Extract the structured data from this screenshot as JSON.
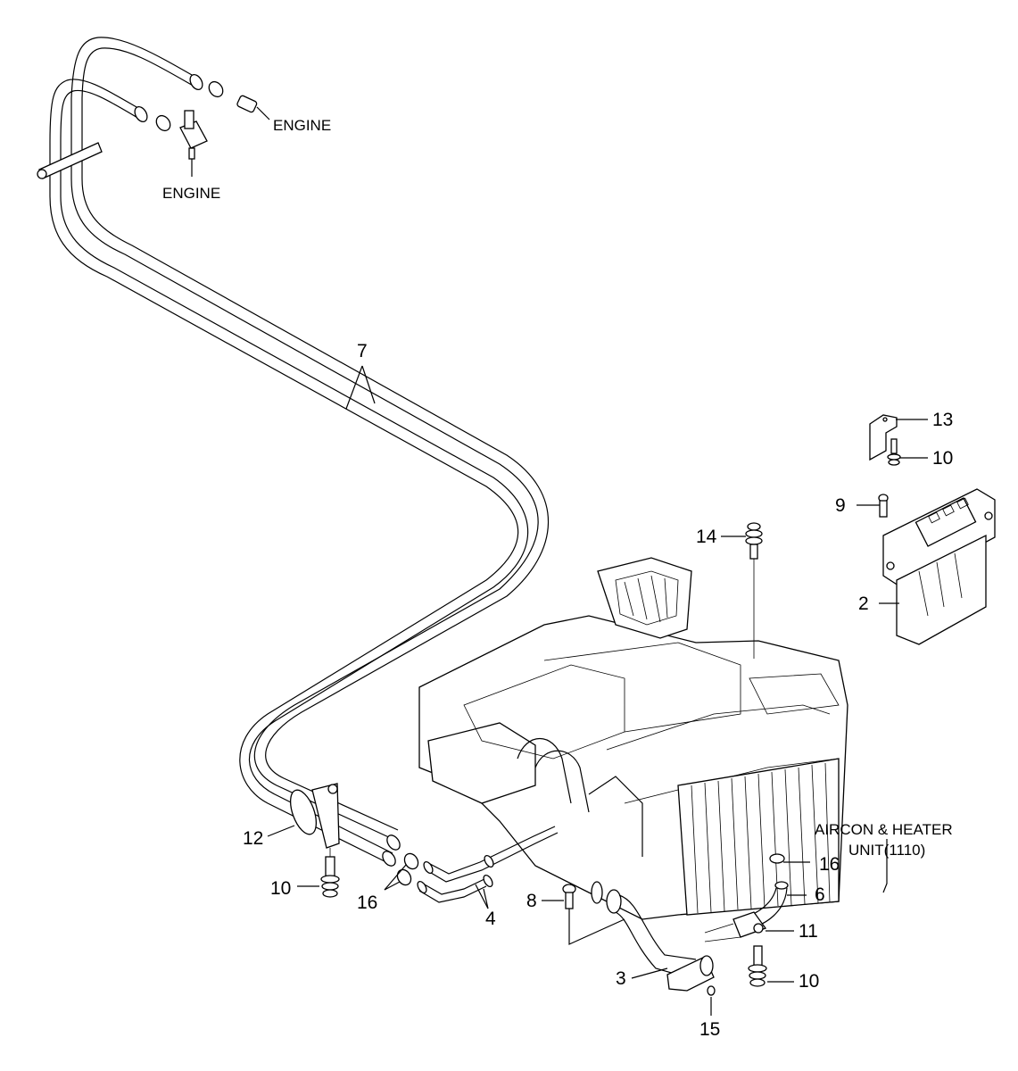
{
  "diagram": {
    "engine_labels": [
      "ENGINE",
      "ENGINE"
    ],
    "unit_label": [
      "AIRCON & HEATER",
      "UNIT(1110)"
    ],
    "callouts": {
      "p2": "2",
      "p3": "3",
      "p4": "4",
      "p6": "6",
      "p7": "7",
      "p8": "8",
      "p9": "9",
      "p10a": "10",
      "p10b": "10",
      "p10c": "10",
      "p11": "11",
      "p12": "12",
      "p13": "13",
      "p14": "14",
      "p15": "15",
      "p16a": "16",
      "p16b": "16"
    }
  }
}
